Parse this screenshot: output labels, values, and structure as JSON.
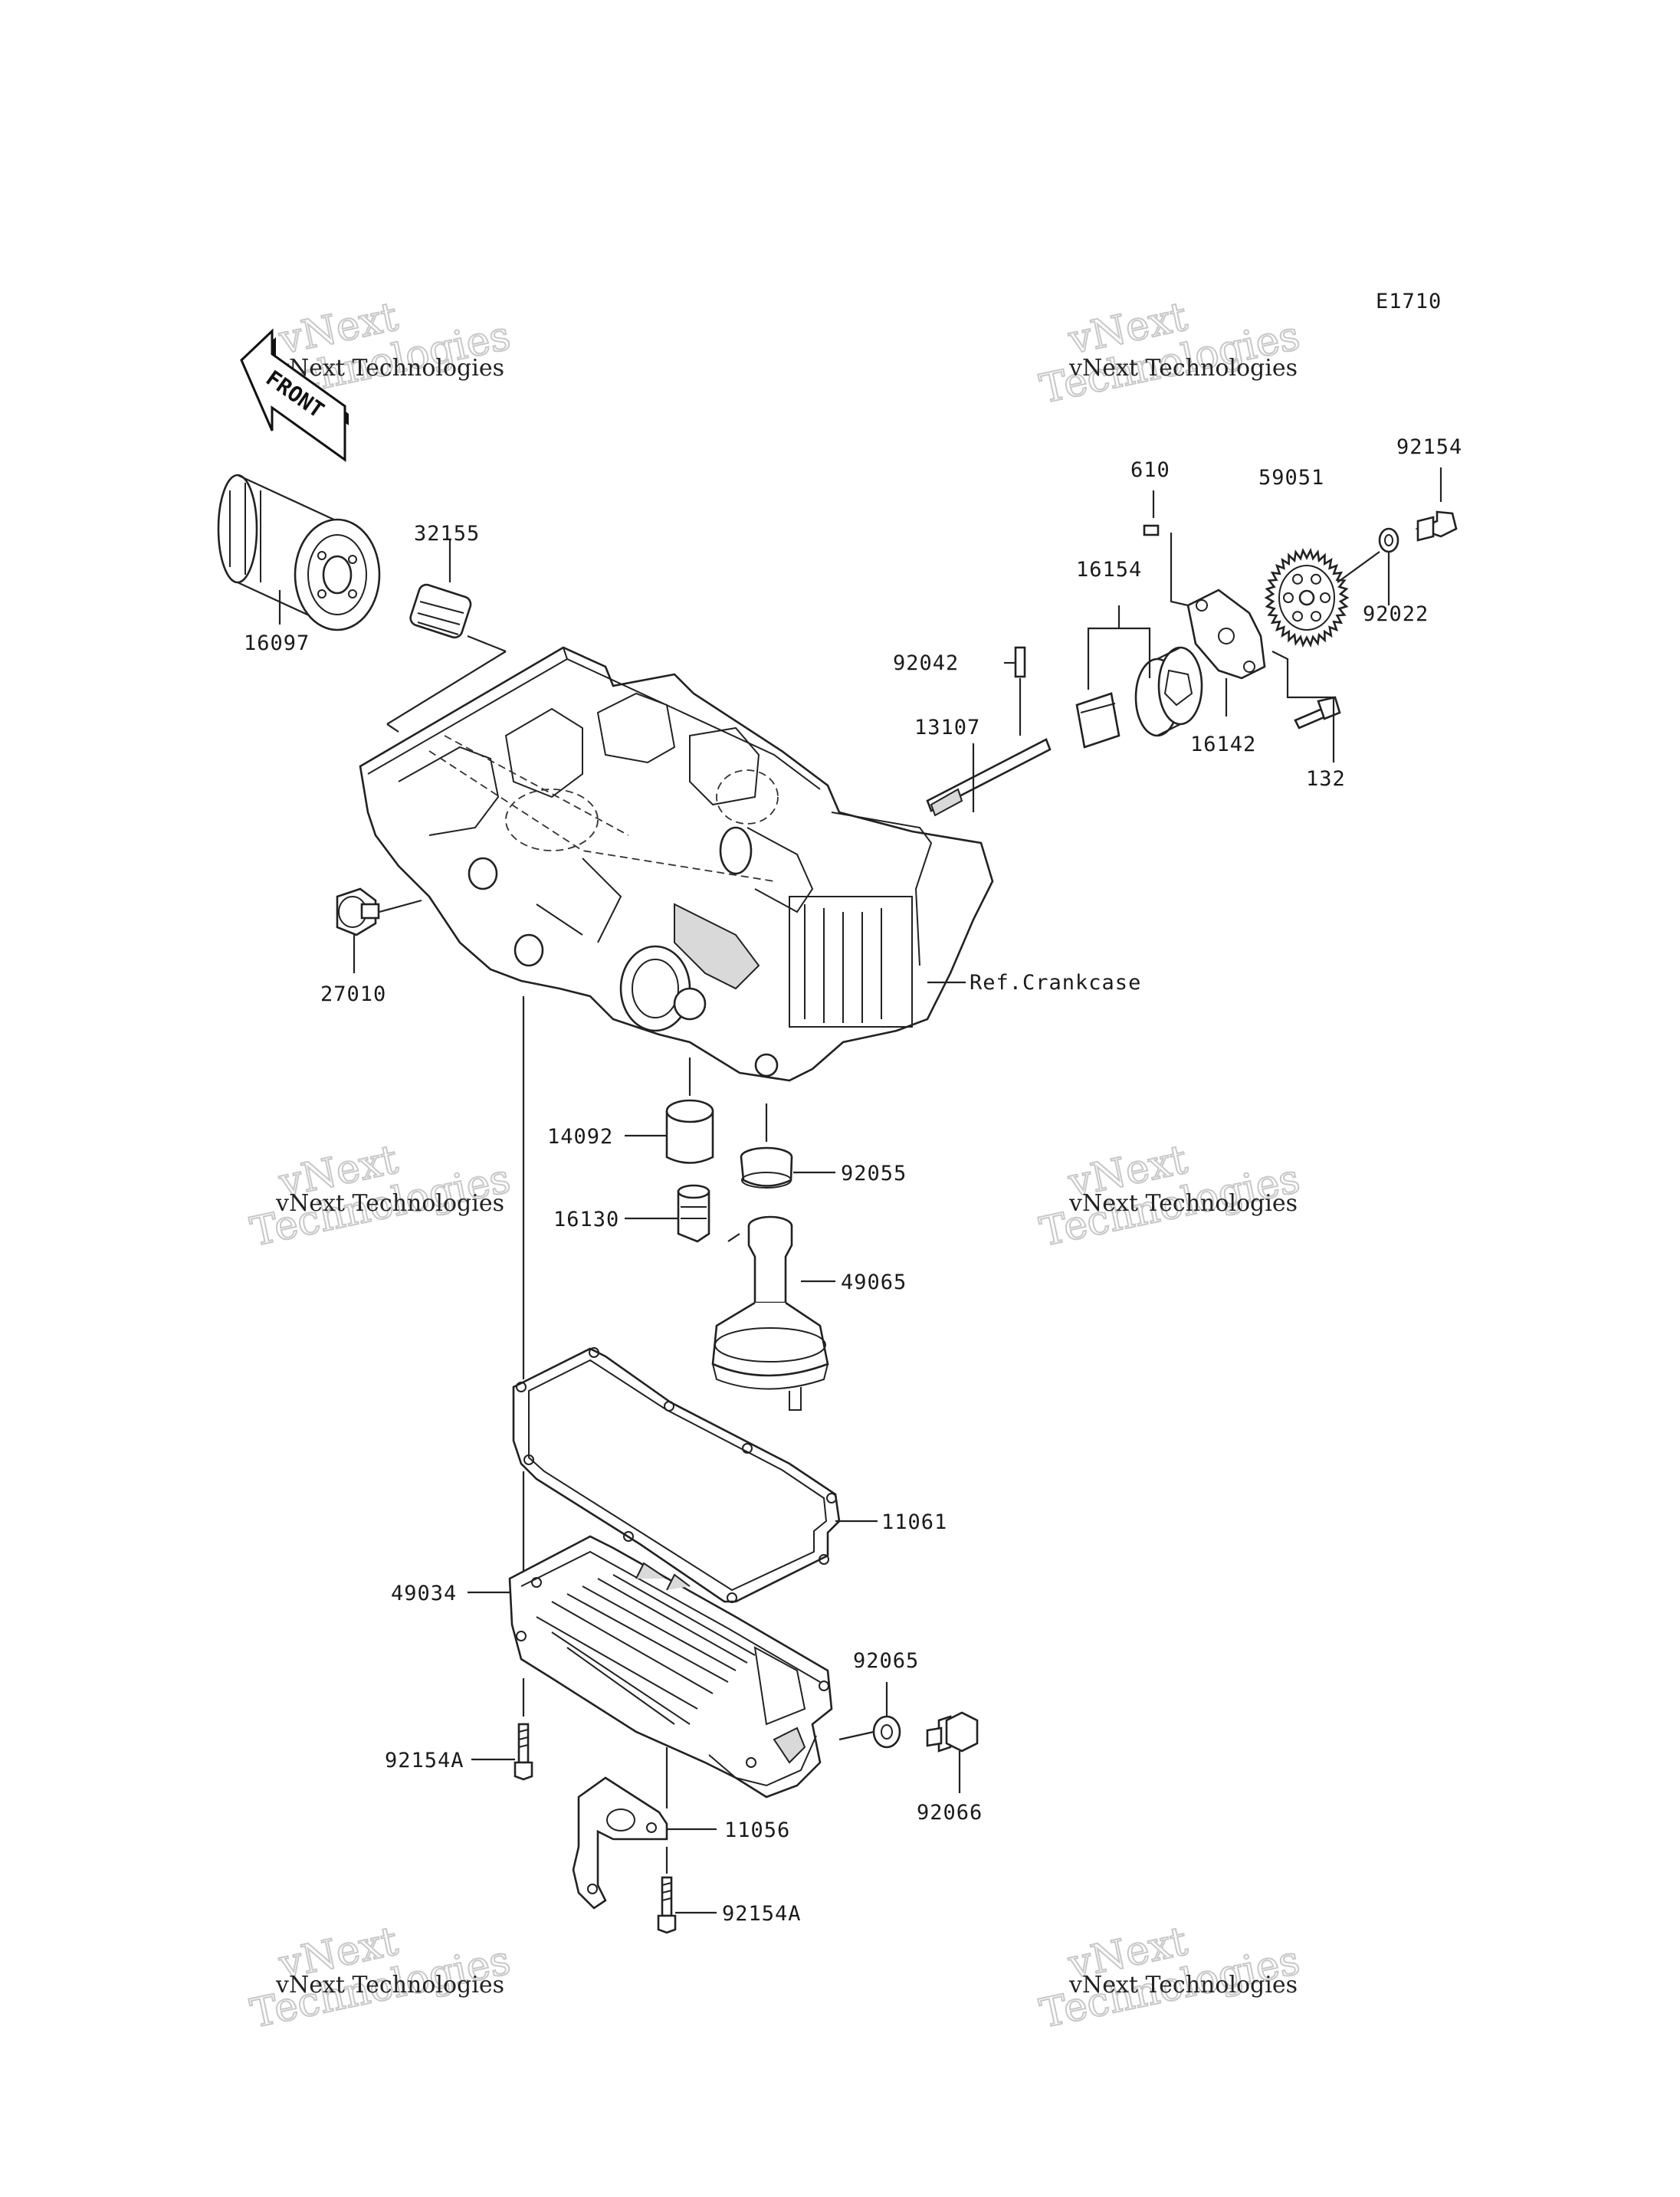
{
  "diagram": {
    "code": "E1710",
    "front_label": "FRONT",
    "ref_label": "Ref.Crankcase",
    "parts": [
      {
        "id": "p16097",
        "label": "16097"
      },
      {
        "id": "p32155",
        "label": "32155"
      },
      {
        "id": "p27010",
        "label": "27010"
      },
      {
        "id": "p610",
        "label": "610"
      },
      {
        "id": "p59051",
        "label": "59051"
      },
      {
        "id": "p92154",
        "label": "92154"
      },
      {
        "id": "p16154",
        "label": "16154"
      },
      {
        "id": "p92022",
        "label": "92022"
      },
      {
        "id": "p92042",
        "label": "92042"
      },
      {
        "id": "p13107",
        "label": "13107"
      },
      {
        "id": "p16142",
        "label": "16142"
      },
      {
        "id": "p132",
        "label": "132"
      },
      {
        "id": "p14092",
        "label": "14092"
      },
      {
        "id": "p92055",
        "label": "92055"
      },
      {
        "id": "p16130",
        "label": "16130"
      },
      {
        "id": "p49065",
        "label": "49065"
      },
      {
        "id": "p11061",
        "label": "11061"
      },
      {
        "id": "p49034",
        "label": "49034"
      },
      {
        "id": "p92065",
        "label": "92065"
      },
      {
        "id": "p92154A_1",
        "label": "92154A"
      },
      {
        "id": "p92066",
        "label": "92066"
      },
      {
        "id": "p11056",
        "label": "11056"
      },
      {
        "id": "p92154A_2",
        "label": "92154A"
      }
    ]
  },
  "watermark": {
    "line1": "vNext",
    "line2": "Technologies",
    "small": "vNext Technologies"
  }
}
